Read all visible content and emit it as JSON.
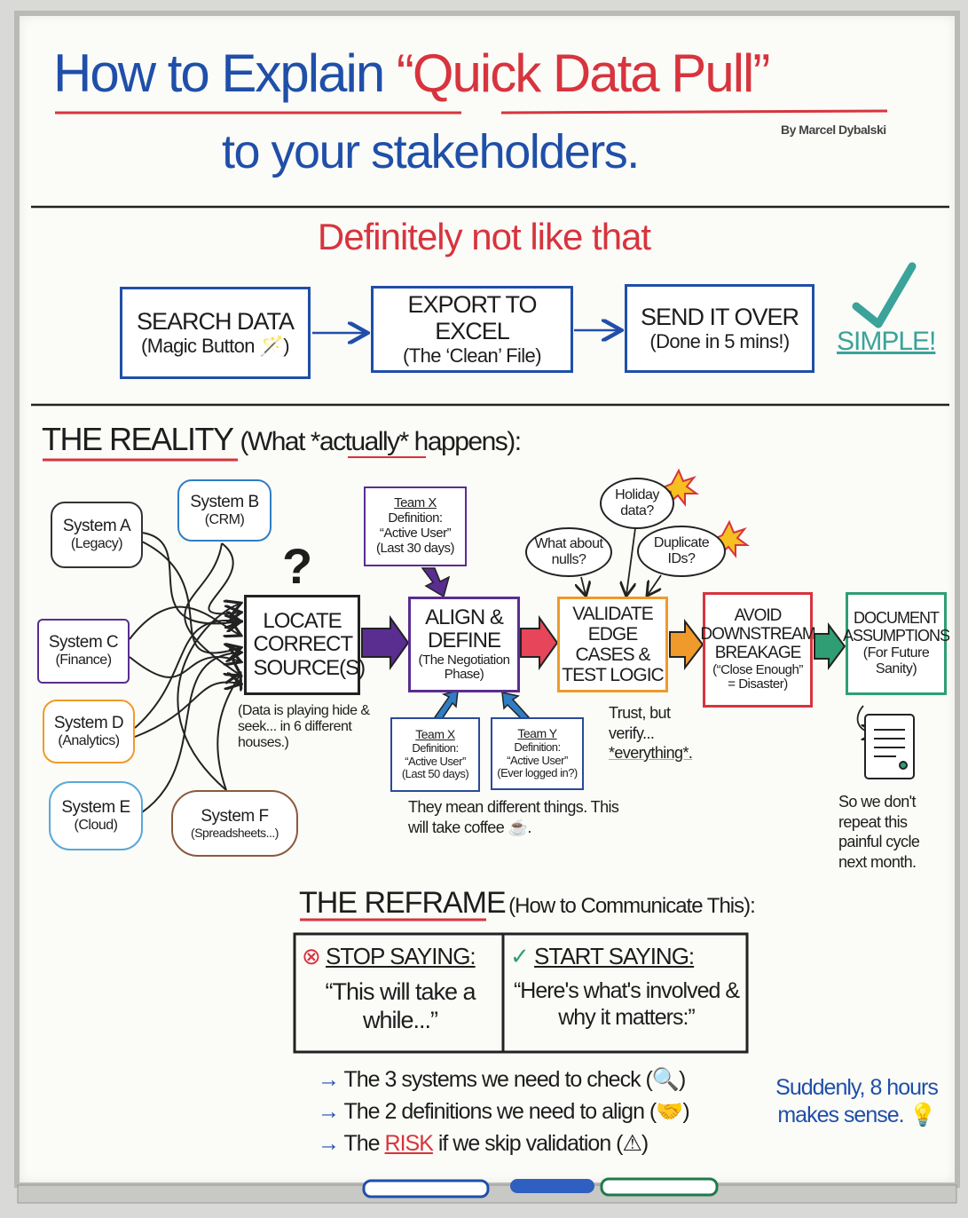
{
  "title": {
    "part1": "How to Explain",
    "part2": "“Quick Data Pull”",
    "line2": "to your stakeholders.",
    "author": "By Marcel Dybalski"
  },
  "naive": {
    "heading": "Definitely not like that",
    "steps": [
      {
        "title": "SEARCH DATA",
        "sub": "(Magic Button 🪄)"
      },
      {
        "title": "EXPORT TO EXCEL",
        "sub": "(The ‘Clean’ File)"
      },
      {
        "title": "SEND IT OVER",
        "sub": "(Done in 5 mins!)"
      }
    ],
    "verdict": "SIMPLE!",
    "check": "✔"
  },
  "reality": {
    "heading": "THE REALITY",
    "heading_note": "(What *actually* happens):",
    "systems": [
      {
        "name": "System A",
        "sub": "(Legacy)"
      },
      {
        "name": "System B",
        "sub": "(CRM)"
      },
      {
        "name": "System C",
        "sub": "(Finance)"
      },
      {
        "name": "System D",
        "sub": "(Analytics)"
      },
      {
        "name": "System E",
        "sub": "(Cloud)"
      },
      {
        "name": "System F",
        "sub": "(Spreadsheets...)"
      }
    ],
    "question": "?",
    "locate": {
      "title": "LOCATE CORRECT SOURCE(S)",
      "note": "(Data is playing hide & seek... in 6 different houses.)"
    },
    "align": {
      "title": "ALIGN & DEFINE",
      "sub": "(The Negotiation Phase)"
    },
    "teams": [
      {
        "team": "Team X",
        "label": "Definition:",
        "term": "“Active User”",
        "value": "(Last 30 days)"
      },
      {
        "team": "Team X",
        "label": "Definition:",
        "term": "“Active User”",
        "value": "(Last 50 days)"
      },
      {
        "team": "Team Y",
        "label": "Definition:",
        "term": "“Active User”",
        "value": "(Ever logged in?)"
      }
    ],
    "teams_note": "They mean different things. This will take coffee ☕.",
    "validate": {
      "title": "VALIDATE EDGE CASES & TEST LOGIC",
      "note_1": "Trust, but verify...",
      "note_2": "*everything*."
    },
    "questions": [
      "What about nulls?",
      "Holiday data?",
      "Duplicate IDs?"
    ],
    "avoid": {
      "title": "AVOID DOWNSTREAM BREAKAGE",
      "sub": "(“Close Enough” = Disaster)"
    },
    "document": {
      "title": "DOCUMENT ASSUMPTIONS",
      "sub": "(For Future Sanity)",
      "note": "So we don't repeat this painful cycle next month."
    }
  },
  "reframe": {
    "heading": "THE REFRAME",
    "heading_note": "(How to Communicate This):",
    "stop_label": "STOP SAYING:",
    "stop_quote": "“This will take a while...”",
    "start_label": "START SAYING:",
    "start_quote": "“Here's what's involved & why it matters:”",
    "bullets": [
      {
        "pre": "The 3 systems we need to check (",
        "emph": "",
        "post": "🔍)"
      },
      {
        "pre": "The 2 definitions we need to align (",
        "emph": "",
        "post": "🤝)"
      },
      {
        "pre": "The ",
        "emph": "RISK",
        "post": " if we skip validation (⚠)"
      }
    ],
    "closing": "Suddenly, 8 hours makes sense. 💡"
  },
  "colors": {
    "blue": "#1f4fa8",
    "red": "#d7343d",
    "purple": "#5a2d91",
    "orange": "#ef9a2a",
    "green": "#2f9e74",
    "teal": "#3aa39a",
    "brown": "#8a5a3c"
  }
}
